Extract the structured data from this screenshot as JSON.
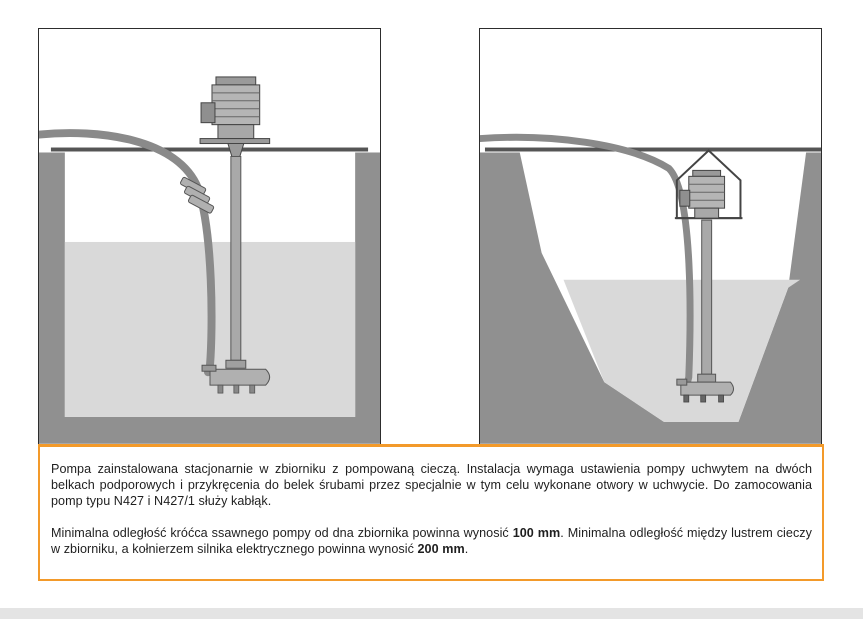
{
  "caption": {
    "paragraph1": "Pompa zainstalowana stacjonarnie w zbiorniku z pompowaną cieczą. Instalacja wymaga ustawienia pompy uchwytem na dwóch belkach podporowych i przykręcenia do belek śrubami przez specjalnie w tym celu wykonane otwory w uchwycie. Do zamocowania pomp typu N427 i N427/1 służy kabłąk.",
    "paragraph2_part1": "Minimalna odległość króćca ssawnego pompy od dna zbiornika powinna wynosić ",
    "paragraph2_value1": "100 mm",
    "paragraph2_part2": ". Minimalna odległość między lustrem cieczy w zbiorniku, a kołnierzem silnika elektrycznego powinna wynosić ",
    "paragraph2_value2": "200 mm",
    "paragraph2_part3": "."
  },
  "colors": {
    "accent_border": "#f39a2a",
    "tank_wall": "#909090",
    "liquid": "#d9d9d9",
    "pipe": "#8a8a8a"
  }
}
